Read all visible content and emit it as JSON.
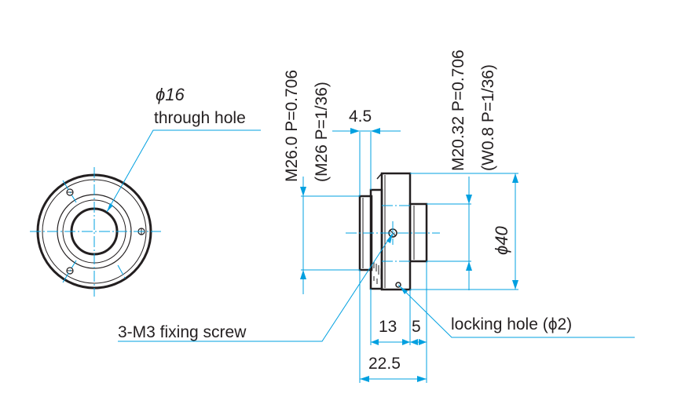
{
  "labels": {
    "bore_dia": "ϕ16",
    "bore_desc": "through hole",
    "mount_thread_1": "M26.0 P=0.706",
    "mount_thread_2": "(M26 P=1/36)",
    "mount_flange": "4.5",
    "front_thread_1": "M20.32 P=0.706",
    "front_thread_2": "(W0.8 P=1/36)",
    "outer_dia": "ϕ40",
    "fixing_screw": "3-M3 fixing screw",
    "locking_hole": "locking hole (ϕ2)",
    "len_13": "13",
    "len_5": "5",
    "len_total": "22.5"
  },
  "colors": {
    "dimension": "#00a0e0",
    "outline": "#231f20"
  }
}
